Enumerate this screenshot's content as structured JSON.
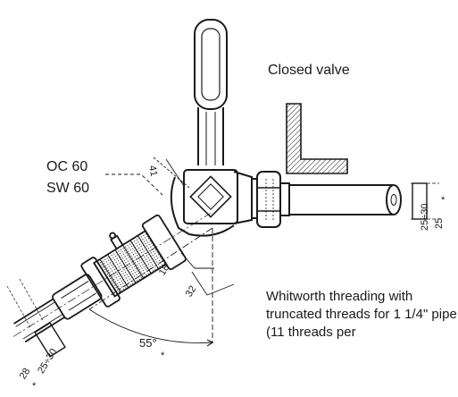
{
  "labels": {
    "closed_valve": "Closed valve",
    "oc60": "OC 60",
    "sw60": "SW 60",
    "note": "Whitworth threading with truncated threads for 1 1/4\" pipe (11 threads per"
  },
  "dimensions": {
    "d41": "41",
    "d18": "18",
    "d32": "32",
    "angle": "55°",
    "star": "*",
    "right_range": "25÷30",
    "right_val": "25",
    "left_range": "25÷30",
    "left_val": "28"
  },
  "colors": {
    "ink": "#1a1a1a",
    "paper": "#ffffff"
  }
}
